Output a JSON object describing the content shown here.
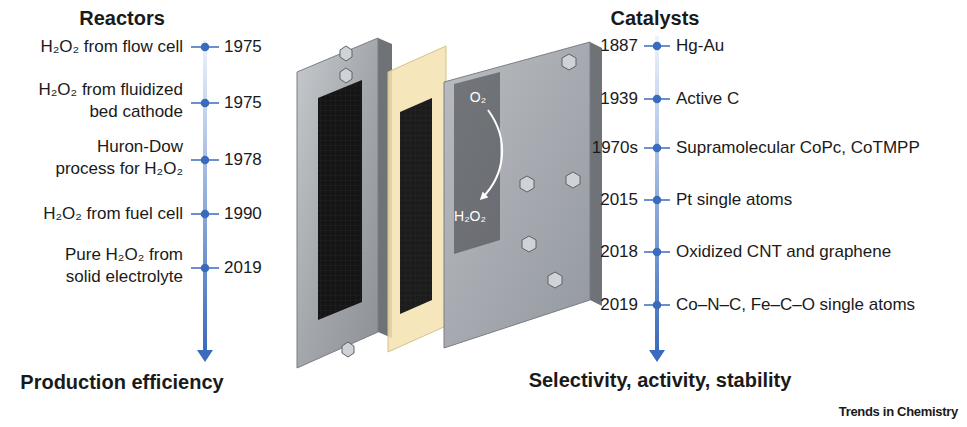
{
  "diagram": {
    "labels": [
      "Reactors",
      "H₂O₂ from flow cell",
      "1975",
      "H₂O₂ from fluidized bed cathode",
      "1975",
      "Huron-Dow process for H₂O₂",
      "1978",
      "H₂O₂ from fuel cell",
      "1990",
      "Pure H₂O₂ from solid electrolyte",
      "2019",
      "Production efficiency",
      "O₂",
      "H₂O₂",
      "Catalysts",
      "1887",
      "Hg-Au",
      "1939",
      "Active C",
      "1970s",
      "Supramolecular CoPc, CoTMPP",
      "2015",
      "Pt single atoms",
      "2018",
      "Oxidized CNT and graphene",
      "2019",
      "Co–N–C, Fe–C–O single atoms",
      "Selectivity, activity, stability",
      "Trends in Chemistry"
    ]
  }
}
